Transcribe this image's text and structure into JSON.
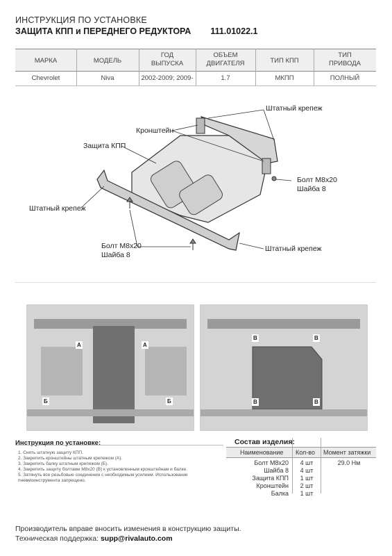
{
  "header": {
    "line1": "ИНСТРУКЦИЯ ПО УСТАНОВКЕ",
    "line2": "ЗАЩИТА КПП и ПЕРЕДНЕГО РЕДУКТОРА",
    "code": "111.01022.1"
  },
  "spec_table": {
    "headers": [
      "МАРКА",
      "МОДЕЛЬ",
      "ГОД ВЫПУСКА",
      "ОБЪЕМ ДВИГАТЕЛЯ",
      "ТИП КПП",
      "ТИП ПРИВОДА"
    ],
    "header_lines": [
      [
        "МАРКА"
      ],
      [
        "МОДЕЛЬ"
      ],
      [
        "ГОД",
        "ВЫПУСКА"
      ],
      [
        "ОБЪЕМ",
        "ДВИГАТЕЛЯ"
      ],
      [
        "ТИП КПП"
      ],
      [
        "ТИП",
        "ПРИВОДА"
      ]
    ],
    "row": [
      "Chevrolet",
      "Niva",
      "2002-2009; 2009-",
      "1.7",
      "МКПП",
      "ПОЛНЫЙ"
    ]
  },
  "callouts": {
    "regular_mount_top": "Штатный крепеж",
    "bracket": "Кронштейн",
    "kpp_guard": "Защита КПП",
    "bolt_right": "Болт М8х20",
    "washer_right": "Шайба 8",
    "regular_mount_left": "Штатный крепеж",
    "bolt_bottom": "Болт М8х20",
    "washer_bottom": "Шайба 8",
    "regular_mount_bottom": "Штатный крепеж"
  },
  "photo_labels": {
    "left": [
      "A",
      "A",
      "Б",
      "Б"
    ],
    "right": [
      "B",
      "B",
      "B",
      "B"
    ]
  },
  "instructions": {
    "title": "Инструкция по установке:",
    "steps": [
      "1. Снять штатную защиту КПП.",
      "2. Закрепить кронштейны штатным крепежом (А).",
      "3. Закрепить балку штатным крепежом (Б).",
      "4. Закрепить защиту болтами М8х20 (В) к установленным кронштейнам и балке.",
      "5. Затянуть все резьбовые соединения с необходимым усилием. Использование",
      "пневмоинструмента запрещено."
    ]
  },
  "composition": {
    "title": "Состав изделия:",
    "headers": [
      "Наименование",
      "Кол-во",
      "Момент затяжки"
    ],
    "rows": [
      {
        "name": "Болт М8х20",
        "qty": "4 шт",
        "torque": "29.0 Нм"
      },
      {
        "name": "Шайба 8",
        "qty": "4 шт",
        "torque": ""
      },
      {
        "name": "Защита КПП",
        "qty": "1 шт",
        "torque": ""
      },
      {
        "name": "Кронштейн",
        "qty": "2 шт",
        "torque": ""
      },
      {
        "name": "Балка",
        "qty": "1 шт",
        "torque": ""
      }
    ]
  },
  "footer": {
    "line1": "Производитель вправе вносить изменения в конструкцию защиты.",
    "support_label": "Техническая поддержка:",
    "support_email": "supp@rivalauto.com"
  }
}
